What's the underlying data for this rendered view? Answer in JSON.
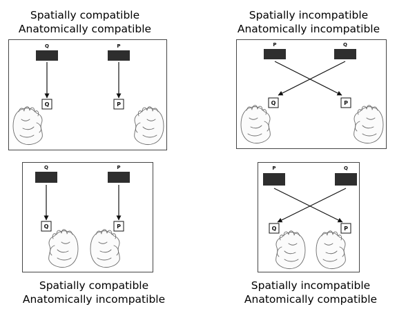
{
  "panels": [
    {
      "id": "top-left",
      "caption": [
        "Spatially compatible",
        "Anatomically compatible"
      ],
      "stimuli": [
        "Q",
        "P"
      ],
      "keys": [
        "Q",
        "P"
      ]
    },
    {
      "id": "top-right",
      "caption": [
        "Spatially incompatible",
        "Anatomically incompatible"
      ],
      "stimuli": [
        "P",
        "Q"
      ],
      "keys": [
        "Q",
        "P"
      ]
    },
    {
      "id": "bottom-left",
      "caption": [
        "Spatially compatible",
        "Anatomically incompatible"
      ],
      "stimuli": [
        "Q",
        "P"
      ],
      "keys": [
        "Q",
        "P"
      ]
    },
    {
      "id": "bottom-right",
      "caption": [
        "Spatially incompatible",
        "Anatomically compatible"
      ],
      "stimuli": [
        "P",
        "Q"
      ],
      "keys": [
        "Q",
        "P"
      ]
    }
  ]
}
